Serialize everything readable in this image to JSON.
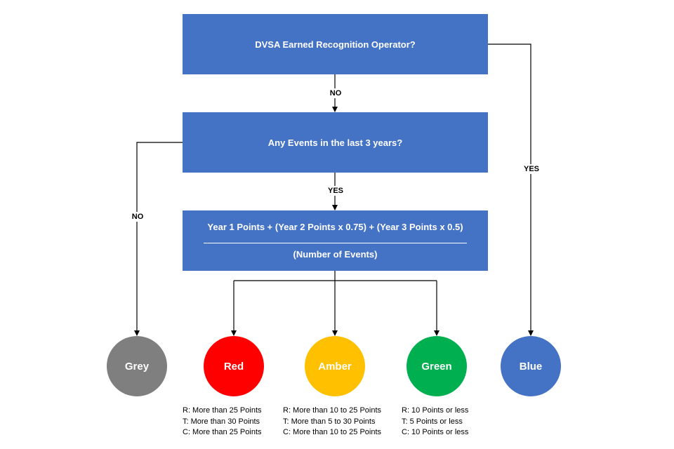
{
  "decisions": {
    "earned_recognition": "DVSA Earned Recognition Operator?",
    "events_3_years": "Any Events in the last 3 years?"
  },
  "formula": {
    "numerator": "Year 1 Points + (Year 2 Points x 0.75)  + (Year 3 Points x 0.5)",
    "denominator": "(Number of Events)"
  },
  "edge_labels": {
    "no_to_events": "NO",
    "yes_to_blue": "YES",
    "yes_to_formula": "YES",
    "no_to_grey": "NO"
  },
  "ratings": [
    {
      "id": "grey",
      "label": "Grey",
      "color": "#7F7F7F",
      "criteria": []
    },
    {
      "id": "red",
      "label": "Red",
      "color": "#FF0000",
      "criteria": [
        "R: More than 25 Points",
        "T: More than 30 Points",
        "C: More than 25 Points"
      ]
    },
    {
      "id": "amber",
      "label": "Amber",
      "color": "#FFC000",
      "criteria": [
        "R: More than 10 to 25 Points",
        "T: More than 5 to 30 Points",
        "C: More than 10 to 25 Points"
      ]
    },
    {
      "id": "green",
      "label": "Green",
      "color": "#00B050",
      "criteria": [
        "R: 10 Points or less",
        "T: 5 Points or less",
        "C: 10 Points or less"
      ]
    },
    {
      "id": "blue",
      "label": "Blue",
      "color": "#4472C4",
      "criteria": []
    }
  ]
}
